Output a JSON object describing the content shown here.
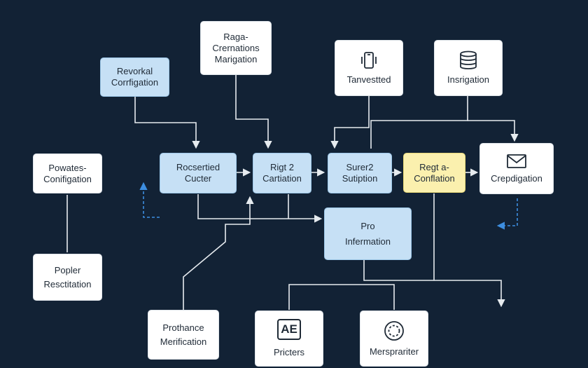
{
  "nodes": {
    "ragaMigration": {
      "line1": "Raga-",
      "line2": "Crernations",
      "line3": "Marigation"
    },
    "tanvestted": {
      "label": "Tanvestted",
      "icon": "phone-icon"
    },
    "insrigation": {
      "label": "Insrigation",
      "icon": "database-icon"
    },
    "revorkal": {
      "line1": "Revorkal",
      "line2": "Corrfigation"
    },
    "powates": {
      "line1": "Powates-",
      "line2": "Conifigation"
    },
    "rocsertied": {
      "line1": "Rocsertied",
      "line2": "Cucter"
    },
    "right2": {
      "line1": "Rigt 2",
      "line2": "Cartiation"
    },
    "surer2": {
      "line1": "Surer2",
      "line2": "Sutiption"
    },
    "regta": {
      "line1": "Regt a-",
      "line2": "Conflation"
    },
    "crepdigation": {
      "label": "Crepdigation",
      "icon": "mail-icon"
    },
    "proInfermation": {
      "line1": "Pro",
      "line2": "Infermation"
    },
    "popler": {
      "line1": "Popler",
      "line2": "Resctitation"
    },
    "prothance": {
      "line1": "Prothance",
      "line2": "Merification"
    },
    "pricters": {
      "label": "Pricters",
      "icon_text": "AE"
    },
    "mersprariter": {
      "label": "Mersprariter",
      "icon": "cycle-icon"
    }
  },
  "colors": {
    "background": "#122235",
    "connector": "#e6ebef",
    "dashed_arrow": "#3d8ee0",
    "node_white": "#ffffff",
    "node_blue": "#c6e0f5",
    "node_yellow": "#fbf0ae"
  }
}
